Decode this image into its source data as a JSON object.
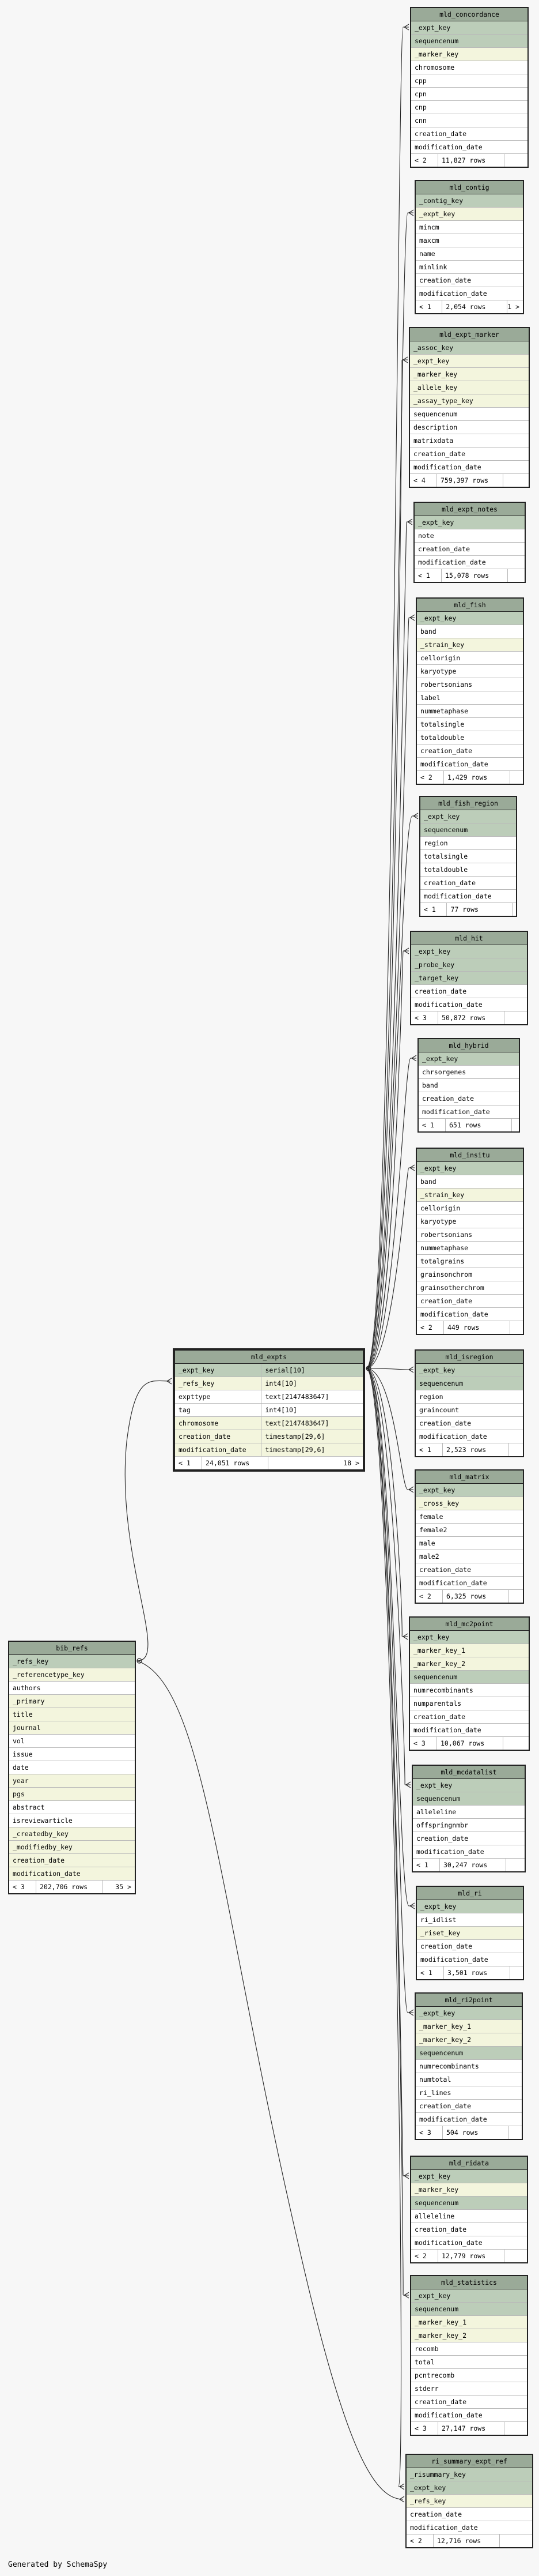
{
  "footer_text": "Generated by SchemaSpy",
  "tables": [
    {
      "name": "mld_concordance",
      "columns": [
        {
          "n": "_expt_key",
          "k": "pk"
        },
        {
          "n": "sequencenum",
          "k": "pk"
        },
        {
          "n": "_marker_key",
          "k": "fk"
        },
        {
          "n": "chromosome"
        },
        {
          "n": "cpp"
        },
        {
          "n": "cpn"
        },
        {
          "n": "cnp"
        },
        {
          "n": "cnn"
        },
        {
          "n": "creation_date"
        },
        {
          "n": "modification_date"
        }
      ],
      "footer": {
        "left": "< 2",
        "rows": "11,827 rows",
        "right": ""
      }
    },
    {
      "name": "mld_contig",
      "columns": [
        {
          "n": "_contig_key",
          "k": "pk"
        },
        {
          "n": "_expt_key",
          "k": "fk"
        },
        {
          "n": "mincm"
        },
        {
          "n": "maxcm"
        },
        {
          "n": "name"
        },
        {
          "n": "minlink"
        },
        {
          "n": "creation_date"
        },
        {
          "n": "modification_date"
        }
      ],
      "footer": {
        "left": "< 1",
        "rows": "2,054 rows",
        "right": "1 >"
      }
    },
    {
      "name": "mld_expt_marker",
      "columns": [
        {
          "n": "_assoc_key",
          "k": "pk"
        },
        {
          "n": "_expt_key",
          "k": "fk"
        },
        {
          "n": "_marker_key",
          "k": "fk"
        },
        {
          "n": "_allele_key",
          "k": "fk"
        },
        {
          "n": "_assay_type_key",
          "k": "fk"
        },
        {
          "n": "sequencenum"
        },
        {
          "n": "description"
        },
        {
          "n": "matrixdata"
        },
        {
          "n": "creation_date"
        },
        {
          "n": "modification_date"
        }
      ],
      "footer": {
        "left": "< 4",
        "rows": "759,397 rows",
        "right": ""
      }
    },
    {
      "name": "mld_expt_notes",
      "columns": [
        {
          "n": "_expt_key",
          "k": "pk"
        },
        {
          "n": "note"
        },
        {
          "n": "creation_date"
        },
        {
          "n": "modification_date"
        }
      ],
      "footer": {
        "left": "< 1",
        "rows": "15,078 rows",
        "right": ""
      }
    },
    {
      "name": "mld_fish",
      "columns": [
        {
          "n": "_expt_key",
          "k": "pk"
        },
        {
          "n": "band"
        },
        {
          "n": "_strain_key",
          "k": "fk"
        },
        {
          "n": "cellorigin"
        },
        {
          "n": "karyotype"
        },
        {
          "n": "robertsonians"
        },
        {
          "n": "label"
        },
        {
          "n": "nummetaphase"
        },
        {
          "n": "totalsingle"
        },
        {
          "n": "totaldouble"
        },
        {
          "n": "creation_date"
        },
        {
          "n": "modification_date"
        }
      ],
      "footer": {
        "left": "< 2",
        "rows": "1,429 rows",
        "right": ""
      }
    },
    {
      "name": "mld_fish_region",
      "columns": [
        {
          "n": "_expt_key",
          "k": "pk"
        },
        {
          "n": "sequencenum",
          "k": "pk"
        },
        {
          "n": "region"
        },
        {
          "n": "totalsingle"
        },
        {
          "n": "totaldouble"
        },
        {
          "n": "creation_date"
        },
        {
          "n": "modification_date"
        }
      ],
      "footer": {
        "left": "< 1",
        "rows": "77 rows",
        "right": ""
      }
    },
    {
      "name": "mld_hit",
      "columns": [
        {
          "n": "_expt_key",
          "k": "pk"
        },
        {
          "n": "_probe_key",
          "k": "pk"
        },
        {
          "n": "_target_key",
          "k": "pk"
        },
        {
          "n": "creation_date"
        },
        {
          "n": "modification_date"
        }
      ],
      "footer": {
        "left": "< 3",
        "rows": "50,872 rows",
        "right": ""
      }
    },
    {
      "name": "mld_hybrid",
      "columns": [
        {
          "n": "_expt_key",
          "k": "pk"
        },
        {
          "n": "chrsorgenes"
        },
        {
          "n": "band"
        },
        {
          "n": "creation_date"
        },
        {
          "n": "modification_date"
        }
      ],
      "footer": {
        "left": "< 1",
        "rows": "651 rows",
        "right": ""
      }
    },
    {
      "name": "mld_insitu",
      "columns": [
        {
          "n": "_expt_key",
          "k": "pk"
        },
        {
          "n": "band"
        },
        {
          "n": "_strain_key",
          "k": "fk"
        },
        {
          "n": "cellorigin"
        },
        {
          "n": "karyotype"
        },
        {
          "n": "robertsonians"
        },
        {
          "n": "nummetaphase"
        },
        {
          "n": "totalgrains"
        },
        {
          "n": "grainsonchrom"
        },
        {
          "n": "grainsotherchrom"
        },
        {
          "n": "creation_date"
        },
        {
          "n": "modification_date"
        }
      ],
      "footer": {
        "left": "< 2",
        "rows": "449 rows",
        "right": ""
      }
    },
    {
      "name": "mld_isregion",
      "columns": [
        {
          "n": "_expt_key",
          "k": "pk"
        },
        {
          "n": "sequencenum",
          "k": "pk"
        },
        {
          "n": "region"
        },
        {
          "n": "graincount"
        },
        {
          "n": "creation_date"
        },
        {
          "n": "modification_date"
        }
      ],
      "footer": {
        "left": "< 1",
        "rows": "2,523 rows",
        "right": ""
      }
    },
    {
      "name": "mld_matrix",
      "columns": [
        {
          "n": "_expt_key",
          "k": "pk"
        },
        {
          "n": "_cross_key",
          "k": "fk"
        },
        {
          "n": "female"
        },
        {
          "n": "female2"
        },
        {
          "n": "male"
        },
        {
          "n": "male2"
        },
        {
          "n": "creation_date"
        },
        {
          "n": "modification_date"
        }
      ],
      "footer": {
        "left": "< 2",
        "rows": "6,325 rows",
        "right": ""
      }
    },
    {
      "name": "mld_mc2point",
      "columns": [
        {
          "n": "_expt_key",
          "k": "pk"
        },
        {
          "n": "_marker_key_1",
          "k": "fk"
        },
        {
          "n": "_marker_key_2",
          "k": "fk"
        },
        {
          "n": "sequencenum",
          "k": "pk"
        },
        {
          "n": "numrecombinants"
        },
        {
          "n": "numparentals"
        },
        {
          "n": "creation_date"
        },
        {
          "n": "modification_date"
        }
      ],
      "footer": {
        "left": "< 3",
        "rows": "10,067 rows",
        "right": ""
      }
    },
    {
      "name": "mld_mcdatalist",
      "columns": [
        {
          "n": "_expt_key",
          "k": "pk"
        },
        {
          "n": "sequencenum",
          "k": "pk"
        },
        {
          "n": "alleleline"
        },
        {
          "n": "offspringnmbr"
        },
        {
          "n": "creation_date"
        },
        {
          "n": "modification_date"
        }
      ],
      "footer": {
        "left": "< 1",
        "rows": "30,247 rows",
        "right": ""
      }
    },
    {
      "name": "mld_ri",
      "columns": [
        {
          "n": "_expt_key",
          "k": "pk"
        },
        {
          "n": "ri_idlist"
        },
        {
          "n": "_riset_key",
          "k": "fk"
        },
        {
          "n": "creation_date"
        },
        {
          "n": "modification_date"
        }
      ],
      "footer": {
        "left": "< 1",
        "rows": "3,501 rows",
        "right": ""
      }
    },
    {
      "name": "mld_ri2point",
      "columns": [
        {
          "n": "_expt_key",
          "k": "pk"
        },
        {
          "n": "_marker_key_1",
          "k": "fk"
        },
        {
          "n": "_marker_key_2",
          "k": "fk"
        },
        {
          "n": "sequencenum",
          "k": "pk"
        },
        {
          "n": "numrecombinants"
        },
        {
          "n": "numtotal"
        },
        {
          "n": "ri_lines"
        },
        {
          "n": "creation_date"
        },
        {
          "n": "modification_date"
        }
      ],
      "footer": {
        "left": "< 3",
        "rows": "504 rows",
        "right": ""
      }
    },
    {
      "name": "mld_ridata",
      "columns": [
        {
          "n": "_expt_key",
          "k": "pk"
        },
        {
          "n": "_marker_key",
          "k": "fk"
        },
        {
          "n": "sequencenum",
          "k": "pk"
        },
        {
          "n": "alleleline"
        },
        {
          "n": "creation_date"
        },
        {
          "n": "modification_date"
        }
      ],
      "footer": {
        "left": "< 2",
        "rows": "12,779 rows",
        "right": ""
      }
    },
    {
      "name": "mld_statistics",
      "columns": [
        {
          "n": "_expt_key",
          "k": "pk"
        },
        {
          "n": "sequencenum",
          "k": "pk"
        },
        {
          "n": "_marker_key_1",
          "k": "fk"
        },
        {
          "n": "_marker_key_2",
          "k": "fk"
        },
        {
          "n": "recomb"
        },
        {
          "n": "total"
        },
        {
          "n": "pcntrecomb"
        },
        {
          "n": "stderr"
        },
        {
          "n": "creation_date"
        },
        {
          "n": "modification_date"
        }
      ],
      "footer": {
        "left": "< 3",
        "rows": "27,147 rows",
        "right": ""
      }
    },
    {
      "name": "ri_summary_expt_ref",
      "columns": [
        {
          "n": "_risummary_key",
          "k": "pk"
        },
        {
          "n": "_expt_key",
          "k": "pk"
        },
        {
          "n": "_refs_key",
          "k": "fk"
        },
        {
          "n": "creation_date"
        },
        {
          "n": "modification_date"
        }
      ],
      "footer": {
        "left": "< 2",
        "rows": "12,716 rows",
        "right": ""
      }
    },
    {
      "name": "mld_expts",
      "main": true,
      "columns": [
        {
          "n": "_expt_key",
          "k": "pk",
          "t": "serial[10]"
        },
        {
          "n": "_refs_key",
          "k": "fk",
          "t": "int4[10]"
        },
        {
          "n": "expttype",
          "t": "text[2147483647]"
        },
        {
          "n": "tag",
          "t": "int4[10]"
        },
        {
          "n": "chromosome",
          "k": "fk",
          "t": "text[2147483647]"
        },
        {
          "n": "creation_date",
          "k": "fk",
          "t": "timestamp[29,6]"
        },
        {
          "n": "modification_date",
          "k": "fk",
          "t": "timestamp[29,6]"
        }
      ],
      "footer": {
        "left": "< 1",
        "rows": "24,051 rows",
        "right": "18 >"
      }
    },
    {
      "name": "bib_refs",
      "columns": [
        {
          "n": "_refs_key",
          "k": "pk"
        },
        {
          "n": "_referencetype_key",
          "k": "fk"
        },
        {
          "n": "authors"
        },
        {
          "n": "_primary",
          "k": "fk"
        },
        {
          "n": "title",
          "k": "fk"
        },
        {
          "n": "journal",
          "k": "fk"
        },
        {
          "n": "vol"
        },
        {
          "n": "issue"
        },
        {
          "n": "date"
        },
        {
          "n": "year",
          "k": "fk"
        },
        {
          "n": "pgs",
          "k": "fk"
        },
        {
          "n": "abstract"
        },
        {
          "n": "isreviewarticle"
        },
        {
          "n": "_createdby_key",
          "k": "fk"
        },
        {
          "n": "_modifiedby_key",
          "k": "fk"
        },
        {
          "n": "creation_date",
          "k": "fk"
        },
        {
          "n": "modification_date",
          "k": "fk"
        }
      ],
      "footer": {
        "left": "< 3",
        "rows": "202,706 rows",
        "right": "35 >"
      }
    }
  ]
}
